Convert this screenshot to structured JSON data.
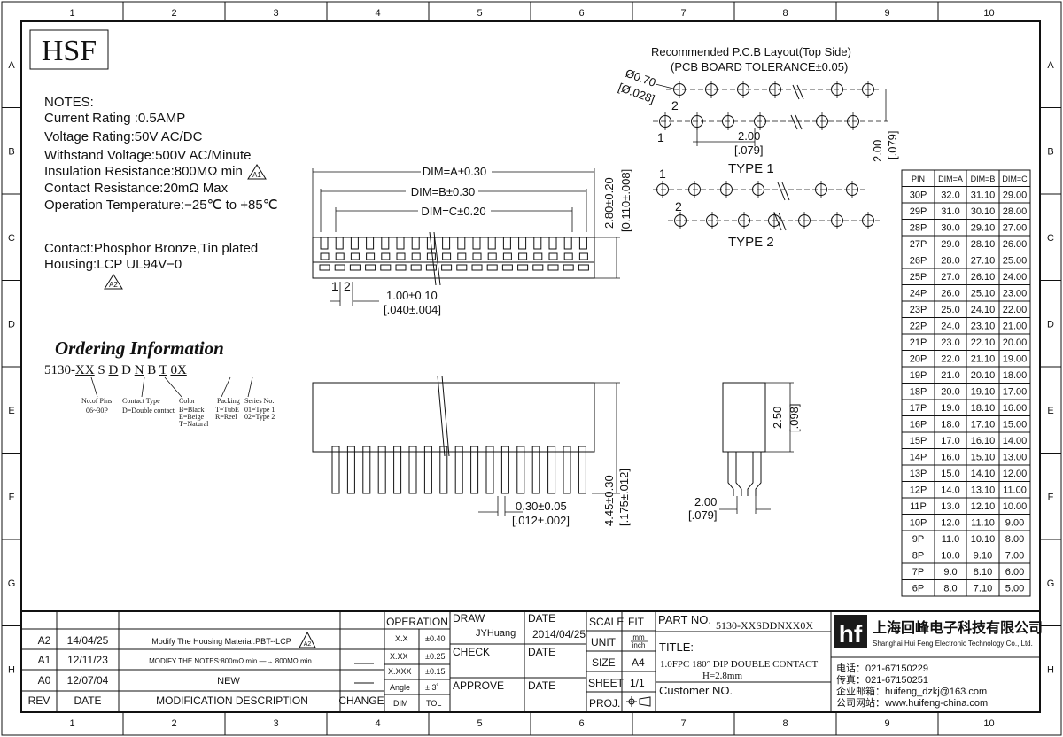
{
  "frame": {
    "columns": [
      "1",
      "2",
      "3",
      "4",
      "5",
      "6",
      "7",
      "8",
      "9",
      "10"
    ],
    "rows": [
      "A",
      "B",
      "C",
      "D",
      "E",
      "F",
      "G",
      "H"
    ]
  },
  "logo": "HSF",
  "notes": {
    "heading": "NOTES:",
    "lines": [
      "Current Rating :0.5AMP",
      "Voltage Rating:50V AC/DC",
      "Withstand Voltage:500V AC/Minute",
      "Insulation Resistance:800MΩ  min",
      "Contact Resistance:20mΩ Max",
      "Operation Temperature:−25℃  to  +85℃"
    ],
    "material_lines": [
      "Contact:Phosphor  Bronze,Tin  plated",
      "Housing:LCP    UL94V−0"
    ],
    "rev_marks": [
      "A1",
      "A2"
    ]
  },
  "ordering": {
    "title": "Ordering Information",
    "code_parts": [
      "5130-",
      "XX",
      " S ",
      "D",
      " D ",
      "N",
      " B ",
      "T",
      " ",
      "0X"
    ],
    "fields": [
      {
        "label": "No.of Pins",
        "value": "06~30P"
      },
      {
        "label": "Contact Type",
        "value": "D=Double contact"
      },
      {
        "label": "Color",
        "value": "B=Black\nE=Beige\nT=Natural"
      },
      {
        "label": "Packing",
        "value": "T=TubE\nR=Reel"
      },
      {
        "label": "Series No.",
        "value": "01=Type 1\n02=Type 2"
      }
    ]
  },
  "front_view": {
    "dim_a": "DIM=A±0.30",
    "dim_b": "DIM=B±0.30",
    "dim_c": "DIM=C±0.20",
    "pitch": "1.00±0.10",
    "pitch_in": "[.040±.004]",
    "height": "2.80±0.20",
    "height_in": "[0.110±.008]",
    "pin_labels": [
      "1",
      "2"
    ]
  },
  "side_view": {
    "pin_width": "0.30±0.05",
    "pin_width_in": "[.012±.002]",
    "total_height": "4.45±0.30",
    "total_height_in": "[.175±.012]"
  },
  "end_view": {
    "body_height": "2.50",
    "body_height_in": "[.098]",
    "pitch": "2.00",
    "pitch_in": "[.079]"
  },
  "pcb": {
    "title": "Recommended  P.C.B  Layout(Top  Side)",
    "tolerance": "(PCB  BOARD  TOLERANCE±0.05)",
    "hole": "Ø0.70",
    "hole_in": "[Ø.028]",
    "pitch": "2.00",
    "pitch_in": "[.079]",
    "row_gap": "2.00",
    "row_gap_in": "[.079]",
    "type1": "TYPE  1",
    "type2": "TYPE  2",
    "pin_labels": [
      "2",
      "1",
      "1",
      "2"
    ]
  },
  "dim_table": {
    "headers": [
      "PIN",
      "DIM=A",
      "DIM=B",
      "DIM=C"
    ],
    "rows": [
      [
        "30P",
        "32.0",
        "31.10",
        "29.00"
      ],
      [
        "29P",
        "31.0",
        "30.10",
        "28.00"
      ],
      [
        "28P",
        "30.0",
        "29.10",
        "27.00"
      ],
      [
        "27P",
        "29.0",
        "28.10",
        "26.00"
      ],
      [
        "26P",
        "28.0",
        "27.10",
        "25.00"
      ],
      [
        "25P",
        "27.0",
        "26.10",
        "24.00"
      ],
      [
        "24P",
        "26.0",
        "25.10",
        "23.00"
      ],
      [
        "23P",
        "25.0",
        "24.10",
        "22.00"
      ],
      [
        "22P",
        "24.0",
        "23.10",
        "21.00"
      ],
      [
        "21P",
        "23.0",
        "22.10",
        "20.00"
      ],
      [
        "20P",
        "22.0",
        "21.10",
        "19.00"
      ],
      [
        "19P",
        "21.0",
        "20.10",
        "18.00"
      ],
      [
        "18P",
        "20.0",
        "19.10",
        "17.00"
      ],
      [
        "17P",
        "19.0",
        "18.10",
        "16.00"
      ],
      [
        "16P",
        "18.0",
        "17.10",
        "15.00"
      ],
      [
        "15P",
        "17.0",
        "16.10",
        "14.00"
      ],
      [
        "14P",
        "16.0",
        "15.10",
        "13.00"
      ],
      [
        "13P",
        "15.0",
        "14.10",
        "12.00"
      ],
      [
        "12P",
        "14.0",
        "13.10",
        "11.00"
      ],
      [
        "11P",
        "13.0",
        "12.10",
        "10.00"
      ],
      [
        "10P",
        "12.0",
        "11.10",
        "9.00"
      ],
      [
        "9P",
        "11.0",
        "10.10",
        "8.00"
      ],
      [
        "8P",
        "10.0",
        "9.10",
        "7.00"
      ],
      [
        "7P",
        "9.0",
        "8.10",
        "6.00"
      ],
      [
        "6P",
        "8.0",
        "7.10",
        "5.00"
      ]
    ]
  },
  "revisions": {
    "rows": [
      {
        "rev": "A2",
        "date": "14/04/25",
        "desc": "Modify  The  Housing  Material:PBT--LCP",
        "mark": "A2"
      },
      {
        "rev": "A1",
        "date": "12/11/23",
        "desc": "MODIFY  THE  NOTES:800mΩ  min ―→ 800MΩ  min",
        "mark": ""
      },
      {
        "rev": "A0",
        "date": "12/07/04",
        "desc": "NEW",
        "mark": ""
      }
    ],
    "headers": {
      "rev": "REV",
      "date": "DATE",
      "desc": "MODIFICATION  DESCRIPTION",
      "change": "CHANGE"
    }
  },
  "tolerances": {
    "header": "OPERATION",
    "rows": [
      [
        "X.X",
        "±0.40"
      ],
      [
        "X.XX",
        "±0.25"
      ],
      [
        "X.XXX",
        "±0.15"
      ],
      [
        "Angle",
        "± 3˚"
      ]
    ],
    "footer": [
      "DIM",
      "TOL"
    ]
  },
  "approvals": {
    "draw_label": "DRAW",
    "draw_name": "JYHuang",
    "date_label": "DATE",
    "draw_date": "2014/04/25",
    "check_label": "CHECK",
    "approve_label": "APPROVE"
  },
  "scale": {
    "scale_label": "SCALE",
    "scale_value": "FIT",
    "unit_label": "UNIT",
    "unit_value": "mm",
    "unit_value2": "inch",
    "size_label": "SIZE",
    "size_value": "A4",
    "sheet_label": "SHEET",
    "sheet_value": "1/1",
    "proj_label": "PROJ."
  },
  "part": {
    "part_label": "PART  NO.",
    "part_value": "5130-XXSDDNXX0X",
    "title_label": "TITLE:",
    "title_line1": "1.0FPC  180°  DIP  DOUBLE  CONTACT",
    "title_line2": "H=2.8mm",
    "customer_label": "Customer  NO."
  },
  "company": {
    "name_cn": "上海回峰电子科技有限公司",
    "name_en": "Shanghai Hui Feng Electronic Technology Co., Ltd.",
    "tel": "电话：021-67150229",
    "fax": "传真：021-67150251",
    "email": "企业邮箱：huifeng_dzkj@163.com",
    "web": "公司网站：www.huifeng-china.com"
  }
}
